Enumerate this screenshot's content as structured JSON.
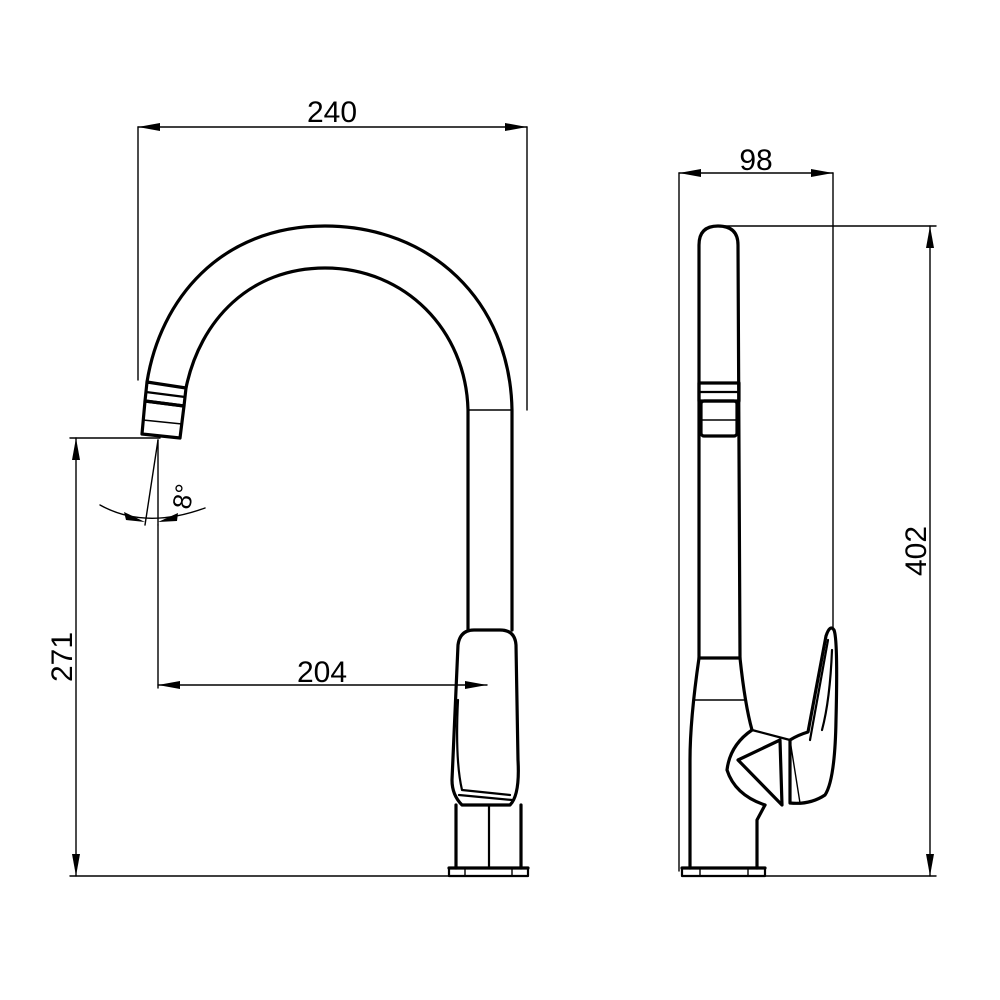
{
  "dimensions": {
    "overall_width": "240",
    "spout_reach": "204",
    "spout_height": "271",
    "side_depth": "98",
    "overall_height": "402",
    "spout_angle": "8°"
  }
}
